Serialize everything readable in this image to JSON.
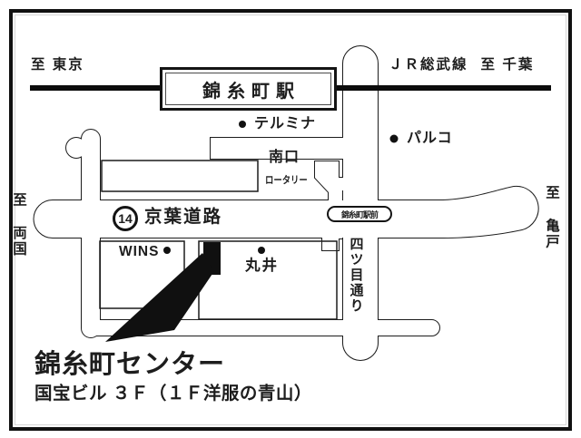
{
  "colors": {
    "ink": "#1d1d1d",
    "paper": "#ffffff"
  },
  "rail": {
    "left_dest": "至 東京",
    "line_name": "ＪＲ総武線",
    "right_dest": "至 千葉",
    "station": "錦糸町駅"
  },
  "keiyo": {
    "route_no": "14",
    "name": "京葉道路",
    "left_dest": "至 両国",
    "right_dest": "至 亀戸"
  },
  "yotsume": {
    "name": "四ツ目通り"
  },
  "south_exit": {
    "label": "南口",
    "rotary": "ロータリー"
  },
  "intersection": {
    "label": "錦糸町駅前"
  },
  "landmarks": {
    "termina": "テルミナ",
    "parco": "パルコ",
    "wins": "WINS",
    "marui": "丸井"
  },
  "destination": {
    "title": "錦糸町センター",
    "address": "国宝ビル ３Ｆ（１Ｆ洋服の青山）"
  }
}
